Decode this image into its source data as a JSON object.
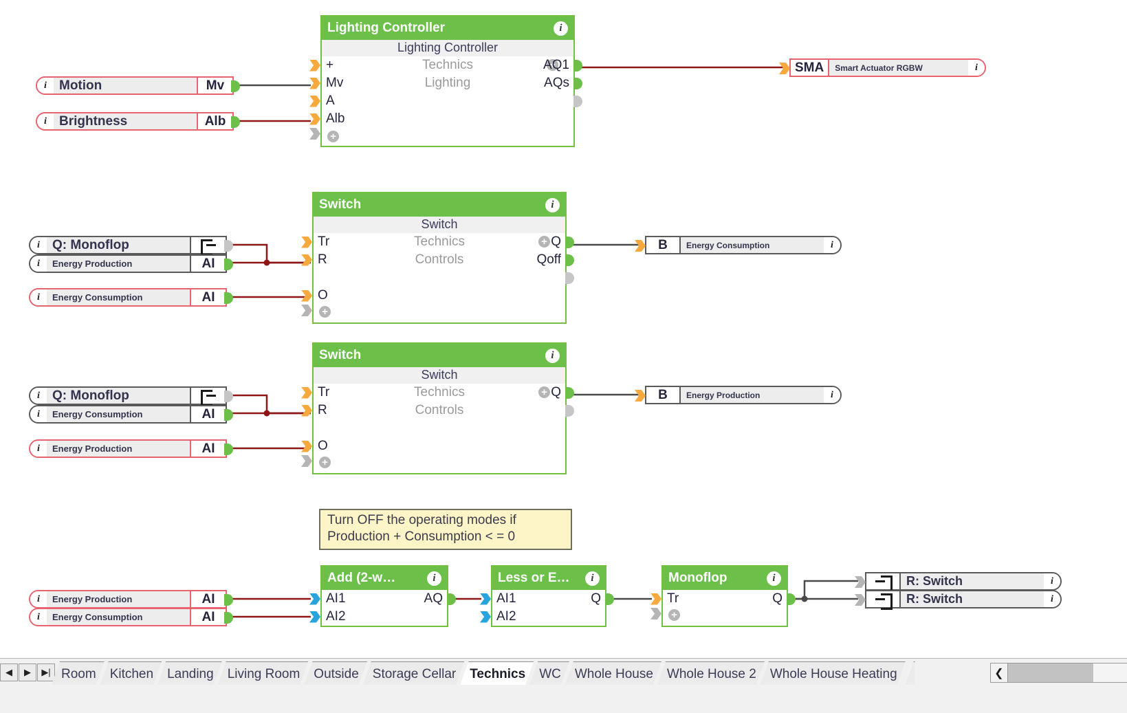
{
  "app": {
    "title": "Technics",
    "icon_info": "i"
  },
  "blocks": [
    {
      "id": "lighting-controller",
      "title": "Lighting Controller",
      "subtitle": "Lighting Controller",
      "center_lines": [
        "Technics",
        "Lighting"
      ],
      "inputs": [
        "+",
        "Mv",
        "A",
        "Alb"
      ],
      "outputs": [
        "AQ1",
        "AQs"
      ]
    },
    {
      "id": "switch-1",
      "title": "Switch",
      "subtitle": "Switch",
      "center_lines": [
        "Technics",
        "Controls"
      ],
      "inputs": [
        "Tr",
        "R",
        "O"
      ],
      "outputs": [
        "Q",
        "Qoff"
      ]
    },
    {
      "id": "switch-2",
      "title": "Switch",
      "subtitle": "Switch",
      "center_lines": [
        "Technics",
        "Controls"
      ],
      "inputs": [
        "Tr",
        "R",
        "O"
      ],
      "outputs": [
        "Q"
      ]
    },
    {
      "id": "add-2-way",
      "title": "Add (2-w…",
      "inputs": [
        "AI1",
        "AI2"
      ],
      "outputs": [
        "AQ"
      ]
    },
    {
      "id": "less-or-equal",
      "title": "Less or E…",
      "inputs": [
        "AI1",
        "AI2"
      ],
      "outputs": [
        "Q"
      ]
    },
    {
      "id": "monoflop",
      "title": "Monoflop",
      "inputs": [
        "Tr"
      ],
      "outputs": [
        "Q"
      ]
    }
  ],
  "source_nodes": [
    {
      "id": "motion",
      "name": "Motion",
      "type": "Mv",
      "style": "red",
      "size": "big",
      "knob": "green"
    },
    {
      "id": "brightness",
      "name": "Brightness",
      "type": "Alb",
      "style": "red",
      "size": "big",
      "knob": "green"
    },
    {
      "id": "q-monoflop-1",
      "name": "Q: Monoflop",
      "type": "icon-out",
      "style": "dark",
      "size": "big",
      "knob": "gray"
    },
    {
      "id": "energy-production-1",
      "name": "Energy Production",
      "type": "AI",
      "style": "dark",
      "size": "small",
      "knob": "green"
    },
    {
      "id": "energy-consumption-1",
      "name": "Energy Consumption",
      "type": "AI",
      "style": "red",
      "size": "small",
      "knob": "green"
    },
    {
      "id": "q-monoflop-2",
      "name": "Q: Monoflop",
      "type": "icon-out",
      "style": "dark",
      "size": "big",
      "knob": "gray"
    },
    {
      "id": "energy-consumption-2",
      "name": "Energy Consumption",
      "type": "AI",
      "style": "dark",
      "size": "small",
      "knob": "green"
    },
    {
      "id": "energy-production-2",
      "name": "Energy Production",
      "type": "AI",
      "style": "red",
      "size": "small",
      "knob": "green"
    },
    {
      "id": "energy-production-3",
      "name": "Energy Production",
      "type": "AI",
      "style": "red",
      "size": "small",
      "knob": "green"
    },
    {
      "id": "energy-consumption-3",
      "name": "Energy Consumption",
      "type": "AI",
      "style": "red",
      "size": "small",
      "knob": "green"
    }
  ],
  "target_nodes": [
    {
      "id": "sma",
      "abbr": "SMA",
      "desc": "Smart Actuator RGBW",
      "style": "red",
      "size": "small",
      "tip": "orange",
      "end_icon": "i"
    },
    {
      "id": "b-energy-consumption",
      "abbr": "B",
      "desc": "Energy Consumption",
      "style": "dark",
      "size": "small",
      "tip": "orange",
      "end_icon": "i"
    },
    {
      "id": "b-energy-production",
      "abbr": "B",
      "desc": "Energy Production",
      "style": "dark",
      "size": "small",
      "tip": "orange",
      "end_icon": "i"
    },
    {
      "id": "r-switch-1",
      "abbr": "icon-in",
      "desc": "R: Switch",
      "style": "dark",
      "size": "big",
      "tip": "gray",
      "end_icon": "i"
    },
    {
      "id": "r-switch-2",
      "abbr": "icon-in",
      "desc": "R: Switch",
      "style": "dark",
      "size": "big",
      "tip": "gray",
      "end_icon": "i"
    }
  ],
  "note": {
    "line1": "Turn OFF the operating modes if",
    "line2": "Production + Consumption < = 0"
  },
  "tabbar": {
    "nav": [
      {
        "id": "nav-prev",
        "glyph": "◀"
      },
      {
        "id": "nav-next",
        "glyph": "▶"
      },
      {
        "id": "nav-last",
        "glyph": "▶|"
      }
    ],
    "tabs": [
      {
        "id": "tab-room",
        "label": "Room",
        "active": false
      },
      {
        "id": "tab-kitchen",
        "label": "Kitchen",
        "active": false
      },
      {
        "id": "tab-landing",
        "label": "Landing",
        "active": false
      },
      {
        "id": "tab-living-room",
        "label": "Living Room",
        "active": false
      },
      {
        "id": "tab-outside",
        "label": "Outside",
        "active": false
      },
      {
        "id": "tab-storage-cellar",
        "label": "Storage Cellar",
        "active": false
      },
      {
        "id": "tab-technics",
        "label": "Technics",
        "active": true
      },
      {
        "id": "tab-wc",
        "label": "WC",
        "active": false
      },
      {
        "id": "tab-whole-house",
        "label": "Whole House",
        "active": false
      },
      {
        "id": "tab-whole-house-2",
        "label": "Whole House 2",
        "active": false
      },
      {
        "id": "tab-whole-house-heating",
        "label": "Whole House Heating",
        "active": false
      }
    ],
    "scroll_left_glyph": "❮"
  },
  "colors": {
    "block_green": "#6cc04a",
    "wire_red": "#8e1616",
    "wire_gray": "#4a4a4a",
    "pin_orange": "#f5a93f",
    "pin_blue": "#29a3dc",
    "pin_gray": "#b5b5b5",
    "node_red_border": "#e8626f",
    "note_yellow": "#fdf4c8"
  }
}
